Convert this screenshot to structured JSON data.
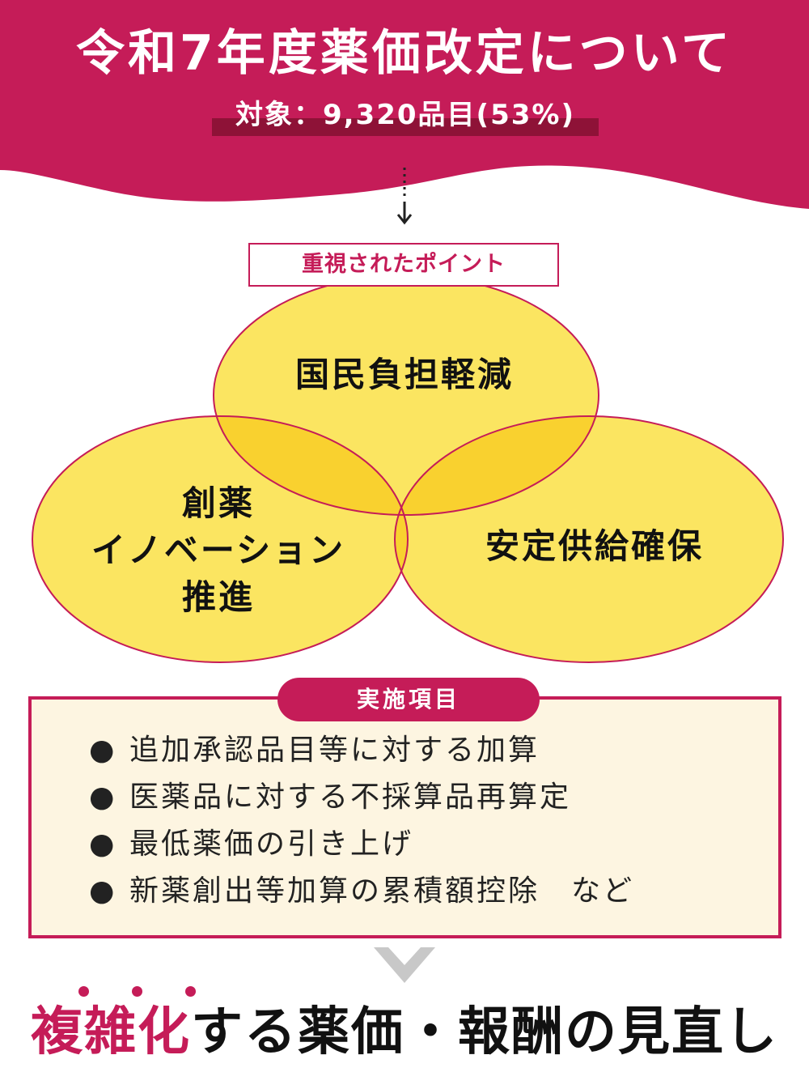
{
  "header": {
    "title": "令和7年度薬価改定について",
    "subtitle": "対象：9,320品目(53%)"
  },
  "points": {
    "label": "重視されたポイント",
    "circles": [
      {
        "lines": [
          "国民負担軽減"
        ]
      },
      {
        "lines": [
          "創薬",
          "イノベーション",
          "推進"
        ]
      },
      {
        "lines": [
          "安定供給確保"
        ]
      }
    ]
  },
  "implementation": {
    "label": "実施項目",
    "bullet": "●",
    "items": [
      "追加承認品目等に対する加算",
      "医薬品に対する不採算品再算定",
      "最低薬価の引き上げ",
      "新薬創出等加算の累積額控除　など"
    ]
  },
  "conclusion": {
    "highlight": "複雑化",
    "rest": "する薬価・報酬の見直し"
  },
  "colors": {
    "accent": "#c51c58",
    "accent_dark": "#8e1237",
    "circle_fill": "#fbe561",
    "overlap_fill": "#f9d12f",
    "box_bg": "#fdf5e1",
    "chevron": "#c8c8c8"
  },
  "icons": {
    "flow_arrow": "dotted-down-arrow-icon",
    "next_step": "chevron-down-icon",
    "emphasis_dots": "emphasis-dot-icon"
  }
}
